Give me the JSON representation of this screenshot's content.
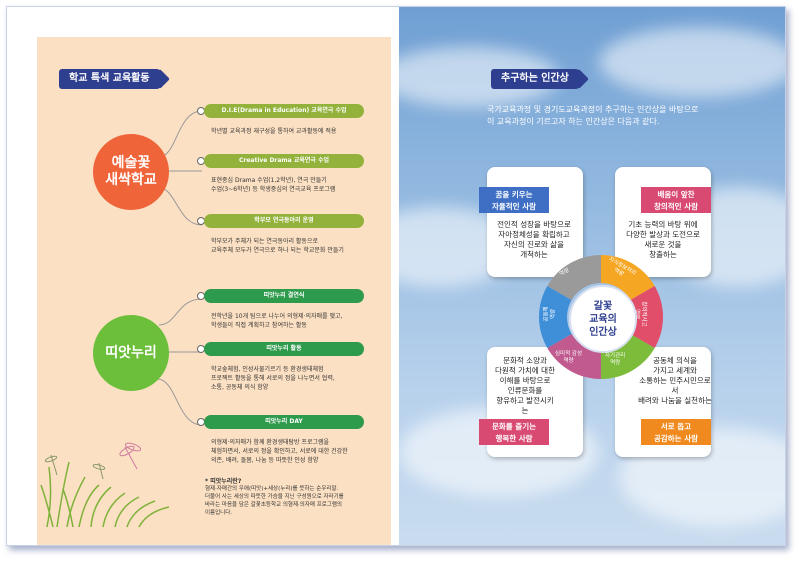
{
  "left": {
    "section_title": "학교 특색 교육활동",
    "circle1": "예술꽃\n새싹학교",
    "circle2": "띠앗누리",
    "items1": [
      {
        "title": "D.I.E(Drama in Education) 교육연극 수업",
        "desc": "학년별 교육과정 재구성을 통하여 교과활동에 적용"
      },
      {
        "title": "Creative Drama 교육연극 수업",
        "desc": "표현중심 Drama 수업(1,2학년), 연극 만들기\n수업(3~6학년) 등 학생중심의 연극교육 프로그램"
      },
      {
        "title": "학부모 연극동아리 운영",
        "desc": "학부모가 주체가 되는 연극동아리 활동으로\n교육주체 모두가 연극으로 하나 되는 학교문화 만들기"
      }
    ],
    "items2": [
      {
        "title": "띠앗누리 결연식",
        "desc": "전학년을 10개 팀으로 나누어 의형제·의자매를 맺고,\n학생들이 직접 계획하고 참여하는 활동"
      },
      {
        "title": "띠앗누리 활동",
        "desc": "학교숲체험, 인성사물기르기 등 환경생태체험\n프로젝트 활동을 통해 서로의 정을 나누면서 협력,\n소통, 공동체 의식 함양"
      },
      {
        "title": "띠앗누리 DAY",
        "desc": "의형제·의자매가 함께 환경생태탐방 프로그램을\n체험하면서, 서로의 정을 확인하고, 서로에 대한 건강한\n의존, 배려, 돌봄, 나눔 등 따뜻한 인성 함양"
      }
    ],
    "footnote_title": "* 띠앗누리란?",
    "footnote_body": "형제·자매간의 우애(띠앗)+세상(누리)를 뜻하는 순우리말.\n더불어 사는 세상의 따뜻한 가슴을 지닌 구성원으로 자라기를\n바라는 마음을 담은 갈꽃초등학교 의형제·의자매 프로그램의\n이름입니다."
  },
  "right": {
    "section_title": "추구하는 인간상",
    "intro": "국가교육과정 및 경기도교육과정이 추구하는 인간상을 바탕으로\n이 교육과정이 기르고자 하는 인간상은 다음과 같다.",
    "center": "갈꽃\n교육의\n인간상",
    "cards": [
      {
        "tag": "꿈을 키우는\n자율적인 사람",
        "text": "전인적 성장을 바탕으로\n자아정체성을 확립하고\n자신의 진로와 삶을\n개척하는"
      },
      {
        "tag": "배움이 앞찬\n창의적인 사람",
        "text": "기초 능력의 바탕 위에\n다양한 발상과 도전으로\n새로운 것을\n창출하는"
      },
      {
        "tag": "문화를 즐기는\n행복한 사람",
        "text": "문화적 소양과\n다원적 가치에 대한\n이해를 바탕으로\n인류문화를\n향유하고 발전시키는"
      },
      {
        "tag": "서로 돕고\n공감하는 사람",
        "text": "공동체 의식을\n가지고 세계와\n소통하는 민주시민으로서\n배려와 나눔을 실천하는"
      }
    ],
    "ring": [
      "의사소통\n역량",
      "자기관리\n역량",
      "창의적사고\n역량",
      "지식정보처리\n역량",
      "심미적 감성\n역량",
      "공동체\n역량"
    ]
  },
  "colors": {
    "navy": "#2f3f8f",
    "orange_circle": "#f0643a",
    "green_circle": "#6bbf3a",
    "olive_bar": "#93b23c",
    "green_bar": "#2e9a4c",
    "cream": "#fce0c3"
  }
}
